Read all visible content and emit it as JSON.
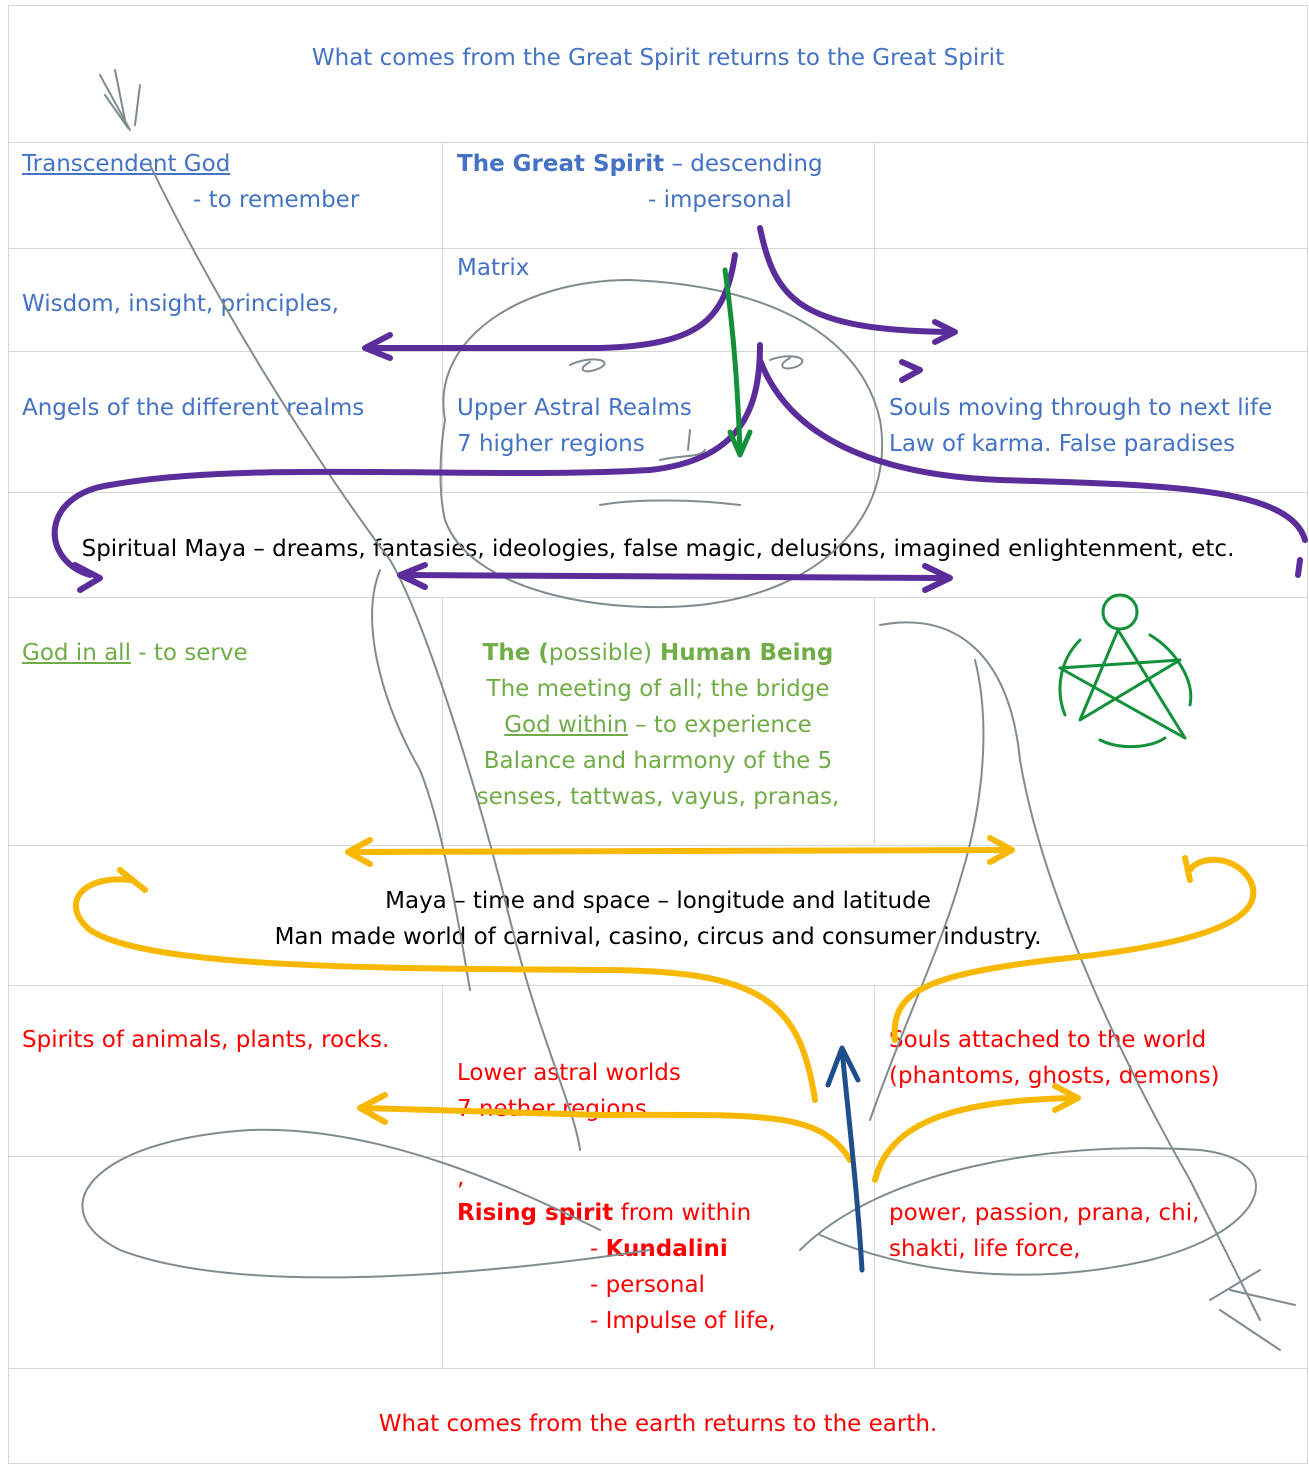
{
  "top_banner": "What comes from the Great Spirit returns to the Great Spirit",
  "row1": {
    "left_title": "Transcendent God",
    "left_sub": "- to remember",
    "mid_title": "The Great Spirit",
    "mid_title_rest": "– descending",
    "mid_sub": "- impersonal"
  },
  "row2": {
    "mid": "Matrix",
    "left": "Wisdom, insight, principles,"
  },
  "row3": {
    "left": "Angels of the different realms",
    "mid_line1": "Upper Astral Realms",
    "mid_line2": "7 higher regions",
    "right_line1": "Souls moving through to next life",
    "right_line2": "Law of karma. False paradises"
  },
  "spiritual_maya": "Spiritual Maya – dreams, fantasies, ideologies, false magic, delusions, imagined enlightenment, etc.",
  "row5": {
    "left_underlined": "God in all",
    "left_rest": " - to serve",
    "mid_the": "The (",
    "mid_possible": "possible)",
    "mid_human": " Human Being",
    "mid_line2": "The meeting of all; the bridge",
    "mid_line3_underlined": "God within",
    "mid_line3_rest": " – to experience",
    "mid_line4": "Balance and harmony of the 5",
    "mid_line5": "senses, tattwas, vayus, pranas,"
  },
  "maya": {
    "line1": "Maya – time and space – longitude and latitude",
    "line2": "Man made world of carnival, casino, circus and consumer industry."
  },
  "row7": {
    "left": "Spirits of animals, plants, rocks.",
    "mid_line1": "Lower astral worlds",
    "mid_line2": "7 nether regions",
    "right_line1": "Souls attached to the world",
    "right_line2": "(phantoms, ghosts, demons)"
  },
  "row8": {
    "comma": ",",
    "rising_bold": "Rising spirit",
    "rising_rest": " from within",
    "kund_dash": "- ",
    "kundalini": "Kundalini",
    "personal": "- personal",
    "impulse": "- Impulse of life,",
    "right_line1": "power, passion, prana, chi,",
    "right_line2": "shakti, life force,"
  },
  "bottom_banner": "What comes from the earth returns to the earth.",
  "colors": {
    "blue_text": "#4472c4",
    "green_text": "#70ad47",
    "red_text": "#ff0000",
    "purple_stroke": "#5b2d9b",
    "yellow_stroke": "#f8b800",
    "green_stroke": "#12913a",
    "navy_stroke": "#1f4e8c",
    "gray_sketch": "#7f8c8d"
  }
}
